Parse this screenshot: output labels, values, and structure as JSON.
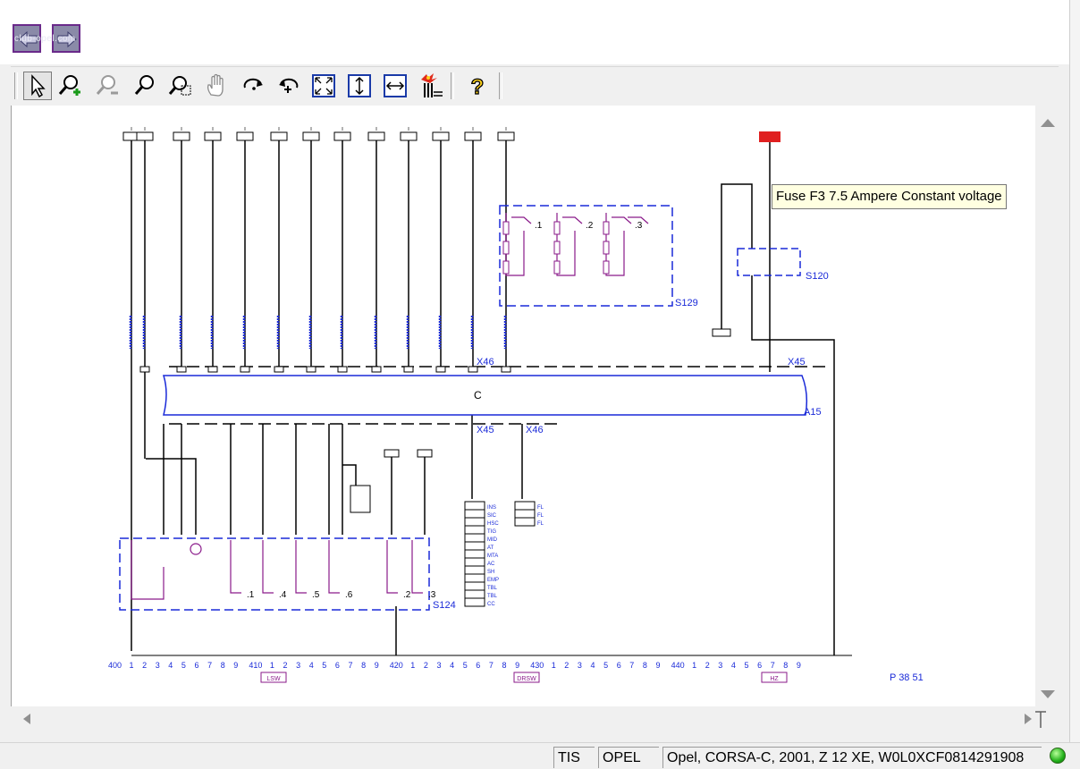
{
  "nav": {
    "back_icon": "back-arrow-icon",
    "forward_icon": "forward-arrow-icon",
    "watermark": "club-opel.com"
  },
  "toolbar": {
    "tools": [
      {
        "icon": "pointer-icon",
        "active": true
      },
      {
        "icon": "zoom-in-icon"
      },
      {
        "icon": "zoom-out-icon"
      },
      {
        "icon": "zoom-icon"
      },
      {
        "icon": "zoom-window-icon"
      },
      {
        "icon": "pan-hand-icon"
      },
      {
        "icon": "rotate-right-icon"
      },
      {
        "icon": "rotate-left-icon"
      },
      {
        "icon": "fit-all-icon"
      },
      {
        "icon": "fit-height-icon"
      },
      {
        "icon": "fit-width-icon"
      },
      {
        "icon": "highlight-circuit-icon"
      },
      {
        "icon": "help-icon"
      }
    ]
  },
  "diagram": {
    "tooltip": "Fuse F3 7.5 Ampere Constant voltage",
    "connectors": {
      "x46_top": "X46",
      "x45_top": "X45",
      "x45_bottom": "X45",
      "x46_bottom": "X46"
    },
    "components": {
      "a15": "A15",
      "s129": "S129",
      "s120": "S120",
      "s124": "S124"
    },
    "switch_positions_s129": [
      ".1",
      ".2",
      ".3"
    ],
    "switch_positions_s124": [
      ".1",
      ".4",
      ".5",
      ".6",
      ".2",
      ".3"
    ],
    "right_connector_labels": [
      "INS",
      "SIC",
      "HSC",
      "TIG",
      "MID",
      "AT",
      "MTA",
      "AC",
      "SH",
      "EMP",
      "TBL",
      "TBL",
      "CC"
    ],
    "right_connector_labels_2": [
      "FL",
      "FL",
      "FL"
    ],
    "grid_groups": [
      "400",
      "410",
      "420",
      "430",
      "440"
    ],
    "grid_digits": [
      "1",
      "2",
      "3",
      "4",
      "5",
      "6",
      "7",
      "8",
      "9"
    ],
    "bottom_refs": [
      "LSW",
      "DRSW",
      "HZ"
    ],
    "page_ref": "P 38 51"
  },
  "status": {
    "system": "TIS",
    "make": "OPEL",
    "vehicle": "Opel, CORSA-C, 2001, Z 12 XE, W0L0XCF0814291908",
    "status_color": "#22b01a"
  }
}
